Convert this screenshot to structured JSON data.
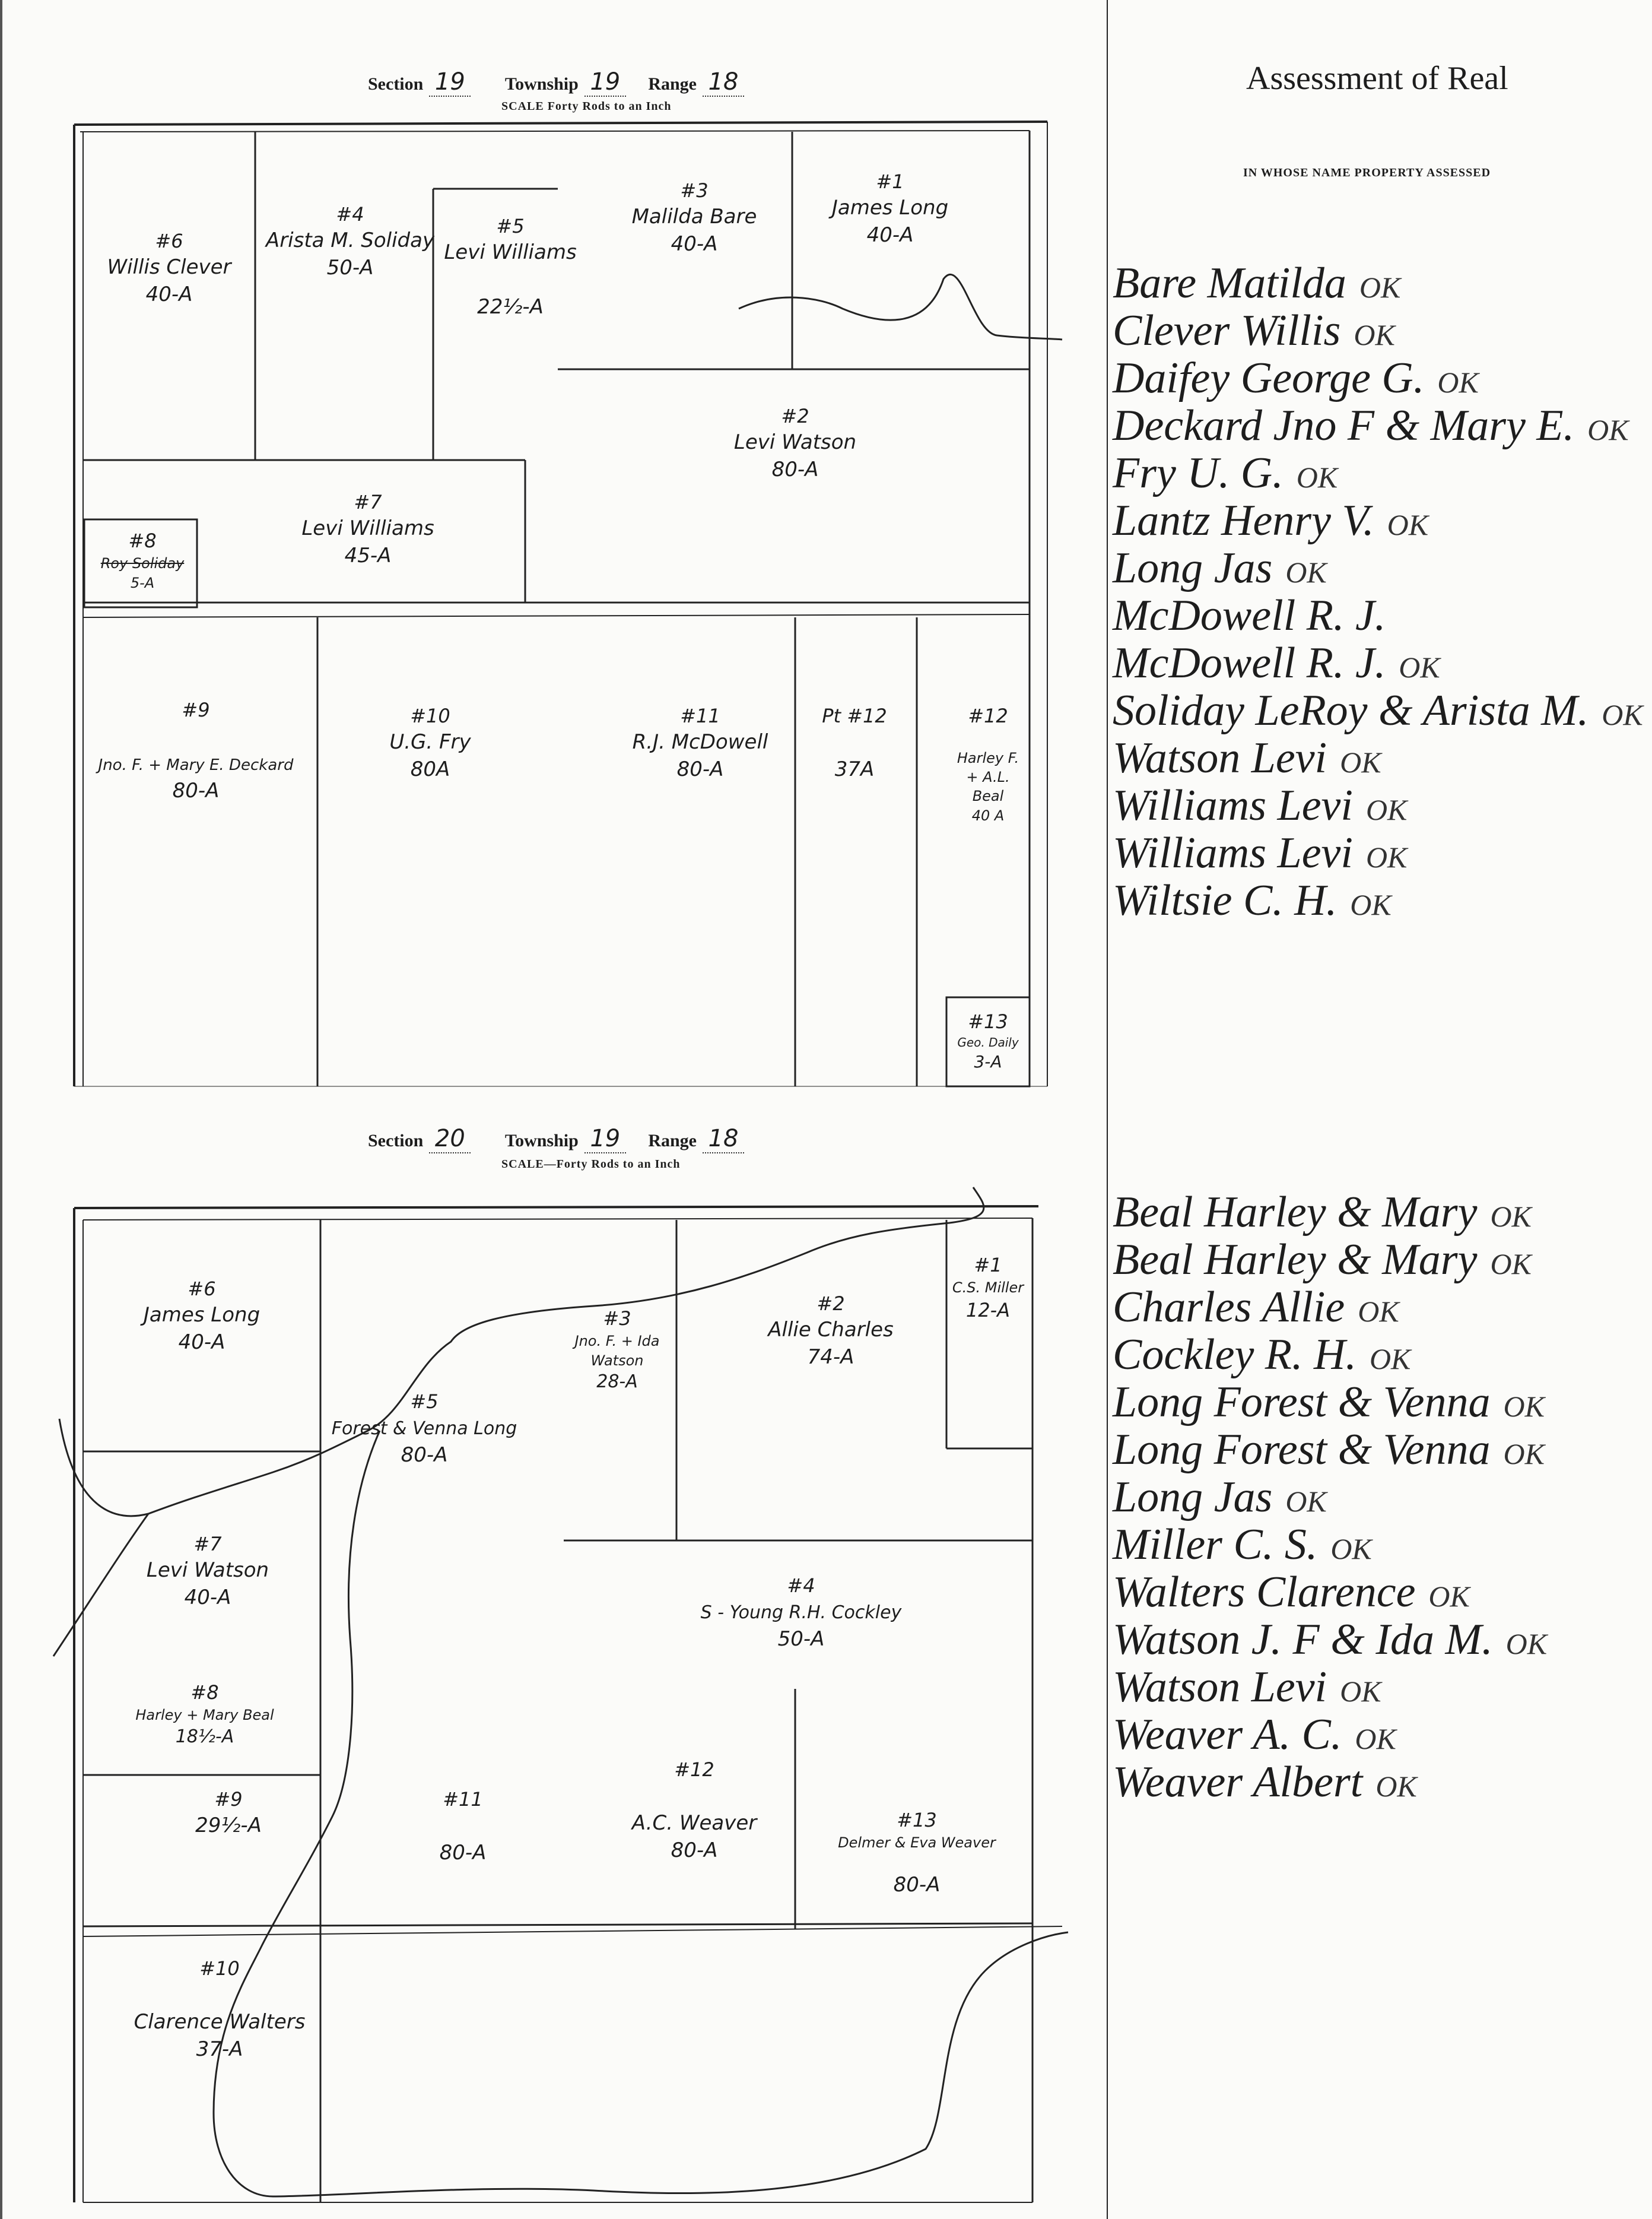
{
  "map_top": {
    "section_label": "Section",
    "section": "19",
    "township_label": "Township",
    "township": "19",
    "range_label": "Range",
    "range": "18",
    "scale": "SCALE Forty Rods to an Inch",
    "parcels": [
      {
        "num": "#1",
        "name": "James Long",
        "area": "40-A"
      },
      {
        "num": "#2",
        "name": "Levi Watson",
        "area": "80-A"
      },
      {
        "num": "#3",
        "name": "Malilda Bare",
        "area": "40-A"
      },
      {
        "num": "#4",
        "name": "Arista M. Soliday",
        "area": "50-A"
      },
      {
        "num": "#5",
        "name": "Levi Williams",
        "area": "22½-A"
      },
      {
        "num": "#6",
        "name": "Willis Clever",
        "area": "40-A"
      },
      {
        "num": "#7",
        "name": "Levi Williams",
        "area": "45-A"
      },
      {
        "num": "#8",
        "name": "Roy Soliday",
        "area": "5-A"
      },
      {
        "num": "#9",
        "name": "Jno. F. + Mary E. Deckard",
        "area": "80-A"
      },
      {
        "num": "#10",
        "name": "U.G. Fry",
        "area": "80A"
      },
      {
        "num": "#11",
        "name": "R.J. McDowell",
        "area": "80-A"
      },
      {
        "num": "Pt #12",
        "name": "",
        "area": "37A"
      },
      {
        "num": "#12",
        "name": "Harley F. + A.L. Beal",
        "area": "40 A"
      },
      {
        "num": "#13",
        "name": "Geo. Daily",
        "area": "3-A"
      }
    ]
  },
  "map_bottom": {
    "section_label": "Section",
    "section": "20",
    "township_label": "Township",
    "township": "19",
    "range_label": "Range",
    "range": "18",
    "scale": "SCALE—Forty Rods to an Inch",
    "parcels": [
      {
        "num": "#1",
        "name": "C.S. Miller",
        "area": "12-A"
      },
      {
        "num": "#2",
        "name": "Allie Charles",
        "area": "74-A"
      },
      {
        "num": "#3",
        "name": "Jno. F. + Ida Watson",
        "area": "28-A"
      },
      {
        "num": "#4",
        "name": "S - Young R.H. Cockley",
        "area": "50-A"
      },
      {
        "num": "#5",
        "name": "Forest & Venna Long",
        "area": "80-A"
      },
      {
        "num": "#6",
        "name": "James Long",
        "area": "40-A"
      },
      {
        "num": "#7",
        "name": "Levi Watson",
        "area": "40-A"
      },
      {
        "num": "#8",
        "name": "Harley + Mary Beal",
        "area": "18½-A"
      },
      {
        "num": "#9",
        "name": "",
        "area": "29½-A"
      },
      {
        "num": "#10",
        "name": "Clarence Walters",
        "area": "37-A"
      },
      {
        "num": "#11",
        "name": "",
        "area": "80-A"
      },
      {
        "num": "#12",
        "name": "A.C. Weaver",
        "area": "80-A"
      },
      {
        "num": "#13",
        "name": "Delmer & Eva Weaver",
        "area": "80-A"
      }
    ]
  },
  "ledger": {
    "title": "Assessment of Real",
    "column_header": "IN WHOSE NAME PROPERTY ASSESSED",
    "names_top": [
      {
        "name": "Bare Matilda",
        "mark": "OK"
      },
      {
        "name": "Clever Willis",
        "mark": "OK"
      },
      {
        "name": "Daifey George G.",
        "mark": "OK"
      },
      {
        "name": "Deckard Jno F & Mary E.",
        "mark": "OK"
      },
      {
        "name": "Fry U. G.",
        "mark": "OK"
      },
      {
        "name": "Lantz Henry V.",
        "mark": "OK"
      },
      {
        "name": "Long Jas",
        "mark": "OK"
      },
      {
        "name": "McDowell R. J.",
        "mark": ""
      },
      {
        "name": "McDowell R. J.",
        "mark": "OK"
      },
      {
        "name": "Soliday LeRoy & Arista M.",
        "mark": "OK"
      },
      {
        "name": "Watson Levi",
        "mark": "OK"
      },
      {
        "name": "Williams Levi",
        "mark": "OK"
      },
      {
        "name": "Williams Levi",
        "mark": "OK"
      },
      {
        "name": "Wiltsie C. H.",
        "mark": "OK"
      }
    ],
    "names_bottom": [
      {
        "name": "Beal Harley & Mary",
        "mark": "OK"
      },
      {
        "name": "Beal Harley & Mary",
        "mark": "OK"
      },
      {
        "name": "Charles Allie",
        "mark": "OK"
      },
      {
        "name": "Cockley R. H.",
        "mark": "OK"
      },
      {
        "name": "Long Forest & Venna",
        "mark": "OK"
      },
      {
        "name": "Long Forest & Venna",
        "mark": "OK"
      },
      {
        "name": "Long Jas",
        "mark": "OK"
      },
      {
        "name": "Miller C. S.",
        "mark": "OK"
      },
      {
        "name": "Walters Clarence",
        "mark": "OK"
      },
      {
        "name": "Watson J. F & Ida M.",
        "mark": "OK"
      },
      {
        "name": "Watson Levi",
        "mark": "OK"
      },
      {
        "name": "Weaver A. C.",
        "mark": "OK"
      },
      {
        "name": "Weaver Albert",
        "mark": "OK"
      }
    ]
  }
}
